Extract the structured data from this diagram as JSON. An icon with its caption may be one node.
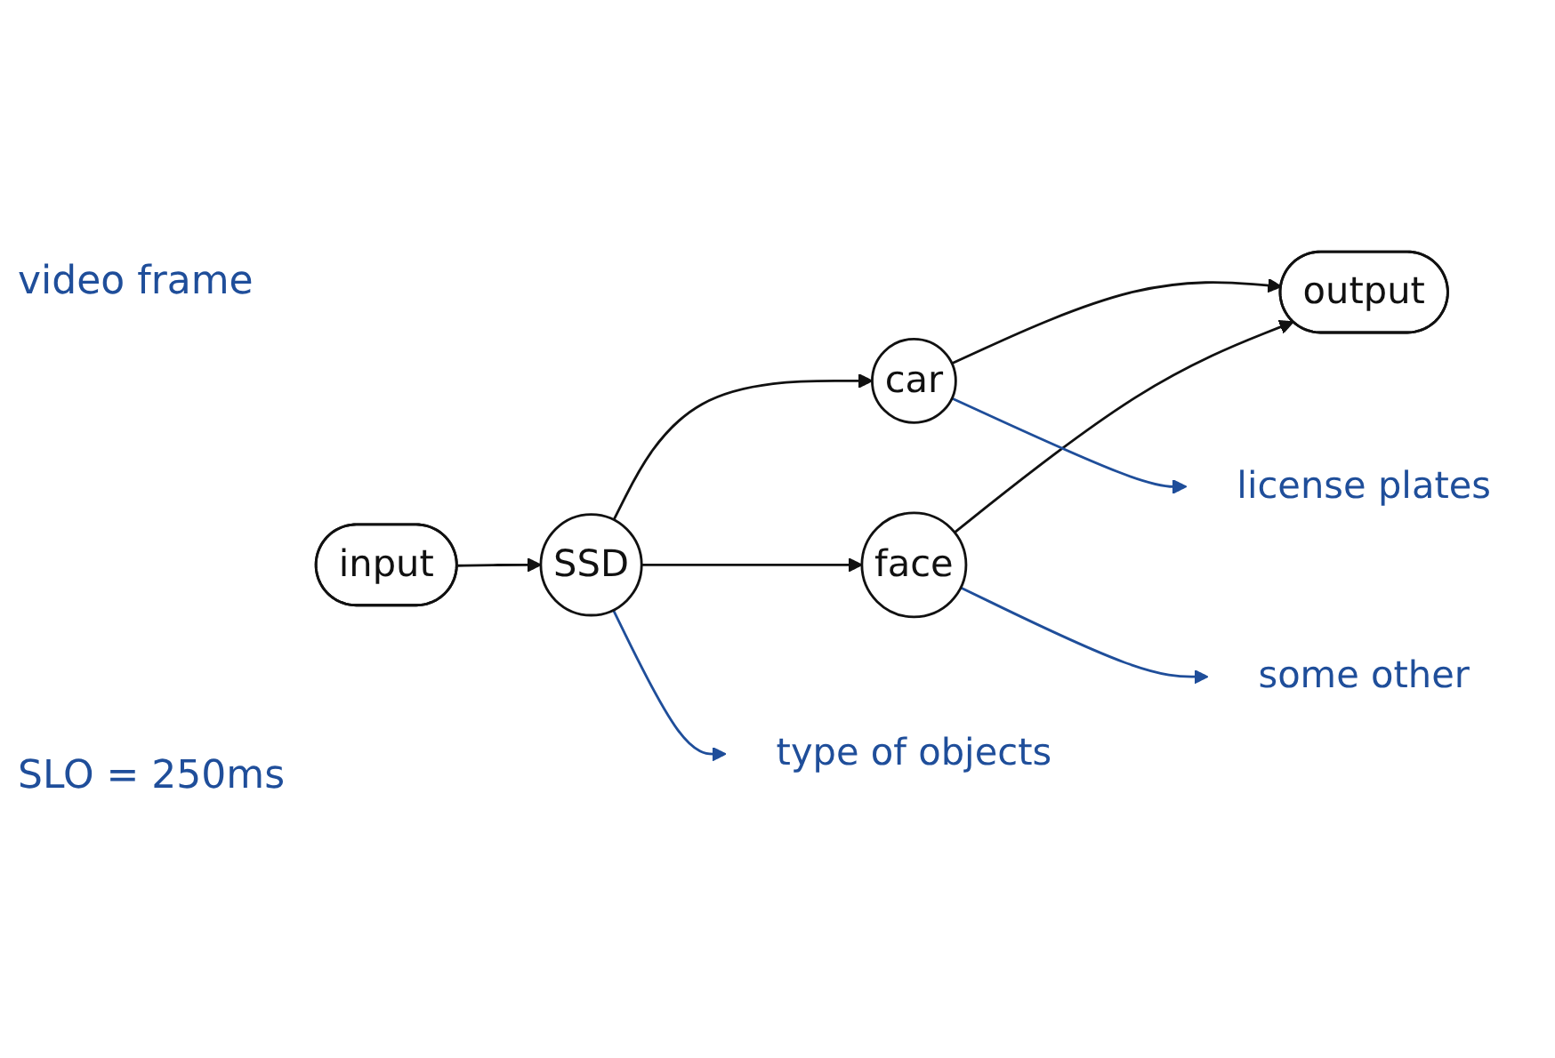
{
  "diagram": {
    "nodes": [
      {
        "text": [
          "input"
        ]
      },
      {
        "text": [
          "SSD"
        ]
      },
      {
        "text": [
          "car"
        ]
      },
      {
        "text": [
          "face"
        ]
      },
      {
        "text": [
          "output"
        ]
      },
      {
        "text": [
          "type of objects"
        ]
      },
      {
        "text": [
          "license plates"
        ]
      },
      {
        "text": [
          "some other"
        ]
      }
    ],
    "edges": [
      {
        "from": 0,
        "to": 1,
        "arrow": "to"
      },
      {
        "from": 1,
        "to": 2,
        "arrow": "to"
      },
      {
        "from": 1,
        "to": 3,
        "arrow": "to"
      },
      {
        "from": 2,
        "to": 4,
        "arrow": "to"
      },
      {
        "from": 3,
        "to": 4,
        "arrow": "to"
      },
      {
        "from": 1,
        "to": 5,
        "arrow": "to",
        "color": "#1f4e9a"
      },
      {
        "from": 2,
        "to": 6,
        "arrow": "to",
        "color": "#1f4e9a"
      },
      {
        "from": 3,
        "to": 7,
        "arrow": "to",
        "color": "#1f4e9a"
      }
    ],
    "labels": [
      "video frame",
      "SLO = 250ms"
    ]
  }
}
